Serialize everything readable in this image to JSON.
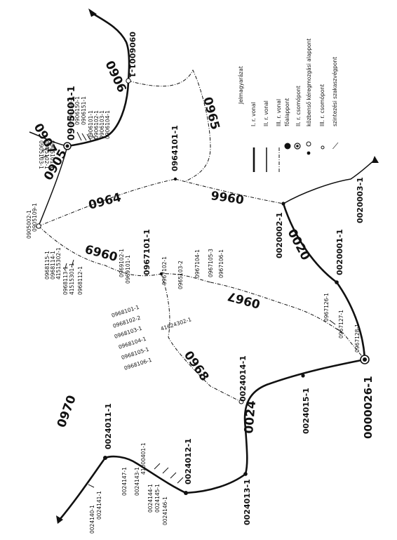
{
  "routes": {
    "r0906": "0906",
    "r0965": "0965",
    "r0907": "0907",
    "r0905": "0905",
    "r0964": "0964",
    "r9960": "9960",
    "r6960": "6960",
    "r0967": "0967",
    "r0020": "0020",
    "r0968": "0968",
    "r0024": "0024",
    "r0970": "0970"
  },
  "points": {
    "p0906001": "0906001-1",
    "p0905001": "0905001-1",
    "p0964101": "0964101-1",
    "p0905002": "0905002-1",
    "p0967101": "0967101-1",
    "p0020002": "0020002-1",
    "p0020001": "0020001-1",
    "p0020003": "0020003-1",
    "p0000026": "0000026-1",
    "p0024014": "0024014-1",
    "p0024015": "0024015-1",
    "p0024011": "0024011-1",
    "p0024012": "0024012-1",
    "p0024013": "0024013-1"
  },
  "small_labels": {
    "s0906149": "0906149-1",
    "s0906150": "0906150-1",
    "s0906151": "0906151-1",
    "s0906101": "0906101-1",
    "s0906102": "0906102-1",
    "s0906103": "0906103-1",
    "s0906104": "0906104-1",
    "s0905101": "0905101-1",
    "s0905102": "0905102-1",
    "s0905103": "0905103-1",
    "s0905109": "0905109-1",
    "s0968115": "0968115-1",
    "s0968114": "0968114-1",
    "s41515302": "41515302-1",
    "s0968113": "0968113-1",
    "s41515301": "41515301-1",
    "s0968112": "0968112-1",
    "s0969102": "0969102-1",
    "s0969101": "0969101-1",
    "s0967102": "0967102-1",
    "s0965103": "0965103-2",
    "s0967104": "0967104-1",
    "s0967105": "0967105-3",
    "s0967106": "0967106-1",
    "s0968101": "0968101-1",
    "s0968102": "0968102-2",
    "s0968103": "0968103-1",
    "s41624302": "41624302-1",
    "s0968104": "0968104-1",
    "s0968105": "0968105-1",
    "s0968106": "0968106-1",
    "s0967126": "0967126-1",
    "s0967127": "0967127-1",
    "s0967128": "0967128-1",
    "s0024147": "0024147-1",
    "s0024143": "0024143-1",
    "s41000401": "41000401-1",
    "s0024144": "0024144-1",
    "s0024145": "0024145-1",
    "s0024146": "0024146-1",
    "s0024140": "0024140-1",
    "s0024141": "0024141-1"
  },
  "legend": {
    "title": "Jelmagyarázat",
    "items": [
      "I. r. vonal",
      "II. r. vonal",
      "III. r. vonal",
      "főalappont",
      "II. r. csomópont",
      "közbenső kéregmozgási alappont",
      "III. r. csomópont",
      "szintezési szakaszvégpont"
    ]
  }
}
